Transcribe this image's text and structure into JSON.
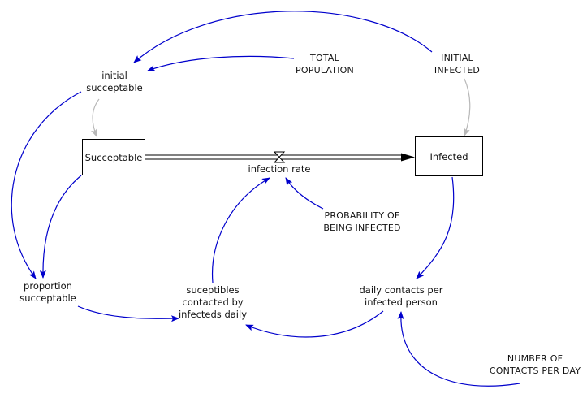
{
  "diagram": {
    "type": "stock-and-flow",
    "colors": {
      "causal_link": "#0000cc",
      "initial_link": "#b8b8b8",
      "flow": "#000000",
      "background": "#ffffff"
    },
    "stocks": [
      {
        "id": "succeptable",
        "label": "Succeptable"
      },
      {
        "id": "infected",
        "label": "Infected"
      }
    ],
    "flows": [
      {
        "id": "infection_rate",
        "label": "infection rate",
        "from": "succeptable",
        "to": "infected",
        "valve_icon": "hourglass-valve-icon"
      }
    ],
    "variables": {
      "initial_succeptable": [
        "initial",
        "succeptable"
      ],
      "total_population": [
        "TOTAL",
        "POPULATION"
      ],
      "initial_infected": [
        "INITIAL",
        "INFECTED"
      ],
      "probability_of_being_infected": [
        "PROBABILITY OF",
        "BEING INFECTED"
      ],
      "proportion_succeptable": [
        "proportion",
        "succeptable"
      ],
      "suceptibles_contacted": [
        "suceptibles",
        "contacted by",
        "infecteds daily"
      ],
      "daily_contacts": [
        "daily contacts per",
        "infected person"
      ],
      "number_of_contacts": [
        "NUMBER OF",
        "CONTACTS PER DAY"
      ]
    },
    "links": [
      {
        "from": "initial_infected",
        "to": "initial_succeptable",
        "kind": "causal"
      },
      {
        "from": "total_population",
        "to": "initial_succeptable",
        "kind": "causal"
      },
      {
        "from": "initial_succeptable",
        "to": "succeptable",
        "kind": "initial"
      },
      {
        "from": "initial_infected",
        "to": "infected",
        "kind": "initial"
      },
      {
        "from": "initial_succeptable",
        "to": "proportion_succeptable",
        "kind": "causal"
      },
      {
        "from": "succeptable",
        "to": "proportion_succeptable",
        "kind": "causal"
      },
      {
        "from": "probability_of_being_infected",
        "to": "infection_rate",
        "kind": "causal"
      },
      {
        "from": "suceptibles_contacted",
        "to": "infection_rate",
        "kind": "causal"
      },
      {
        "from": "proportion_succeptable",
        "to": "suceptibles_contacted",
        "kind": "causal"
      },
      {
        "from": "infected",
        "to": "daily_contacts",
        "kind": "causal"
      },
      {
        "from": "daily_contacts",
        "to": "suceptibles_contacted",
        "kind": "causal"
      },
      {
        "from": "number_of_contacts",
        "to": "daily_contacts",
        "kind": "causal"
      }
    ]
  }
}
